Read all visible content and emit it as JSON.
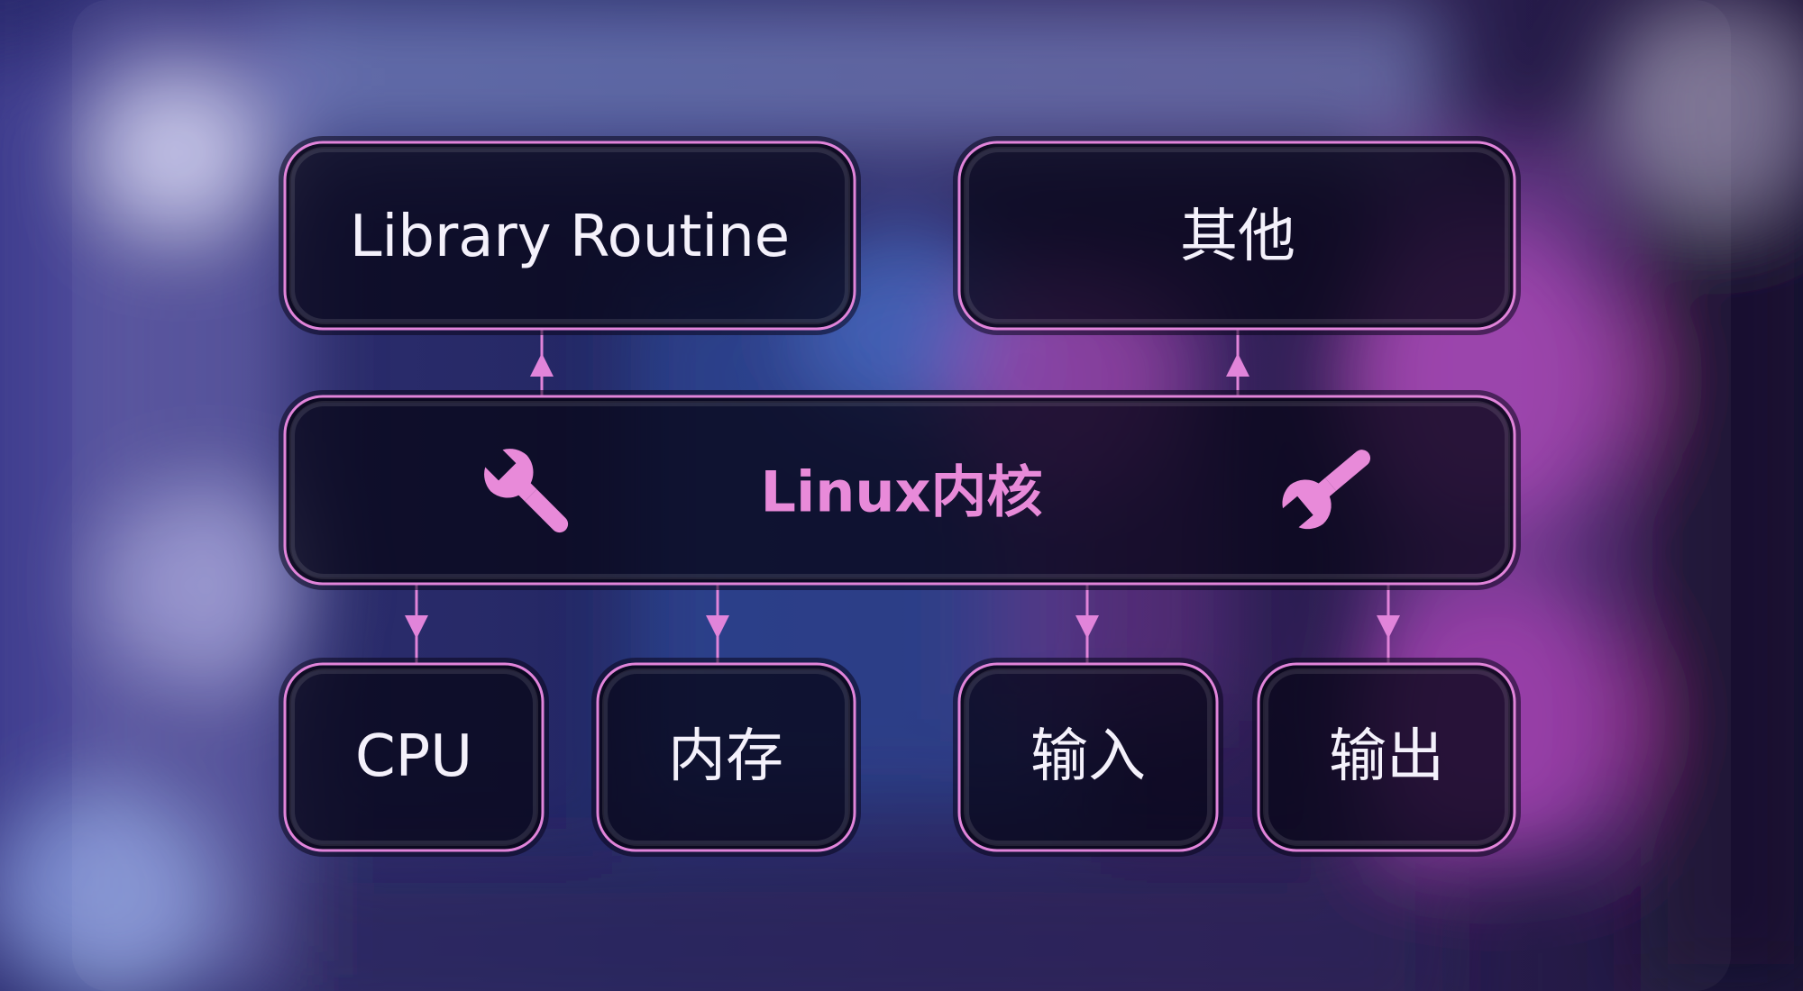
{
  "diagram": {
    "nodes": {
      "library_routine": "Library Routine",
      "other": "其他",
      "kernel": "Linux内核",
      "cpu": "CPU",
      "memory": "内存",
      "input": "输入",
      "output": "输出"
    },
    "icons": [
      "wrench-icon",
      "wrench-icon"
    ],
    "edges": [
      {
        "from": "kernel",
        "to": "library_routine"
      },
      {
        "from": "kernel",
        "to": "other"
      },
      {
        "from": "kernel",
        "to": "cpu"
      },
      {
        "from": "kernel",
        "to": "memory"
      },
      {
        "from": "kernel",
        "to": "input"
      },
      {
        "from": "kernel",
        "to": "output"
      }
    ],
    "colors": {
      "accent": "#e184da",
      "kernel_text": "#e88ad9",
      "node_text": "#f4f1fb",
      "node_fill": "#0b0820"
    }
  }
}
